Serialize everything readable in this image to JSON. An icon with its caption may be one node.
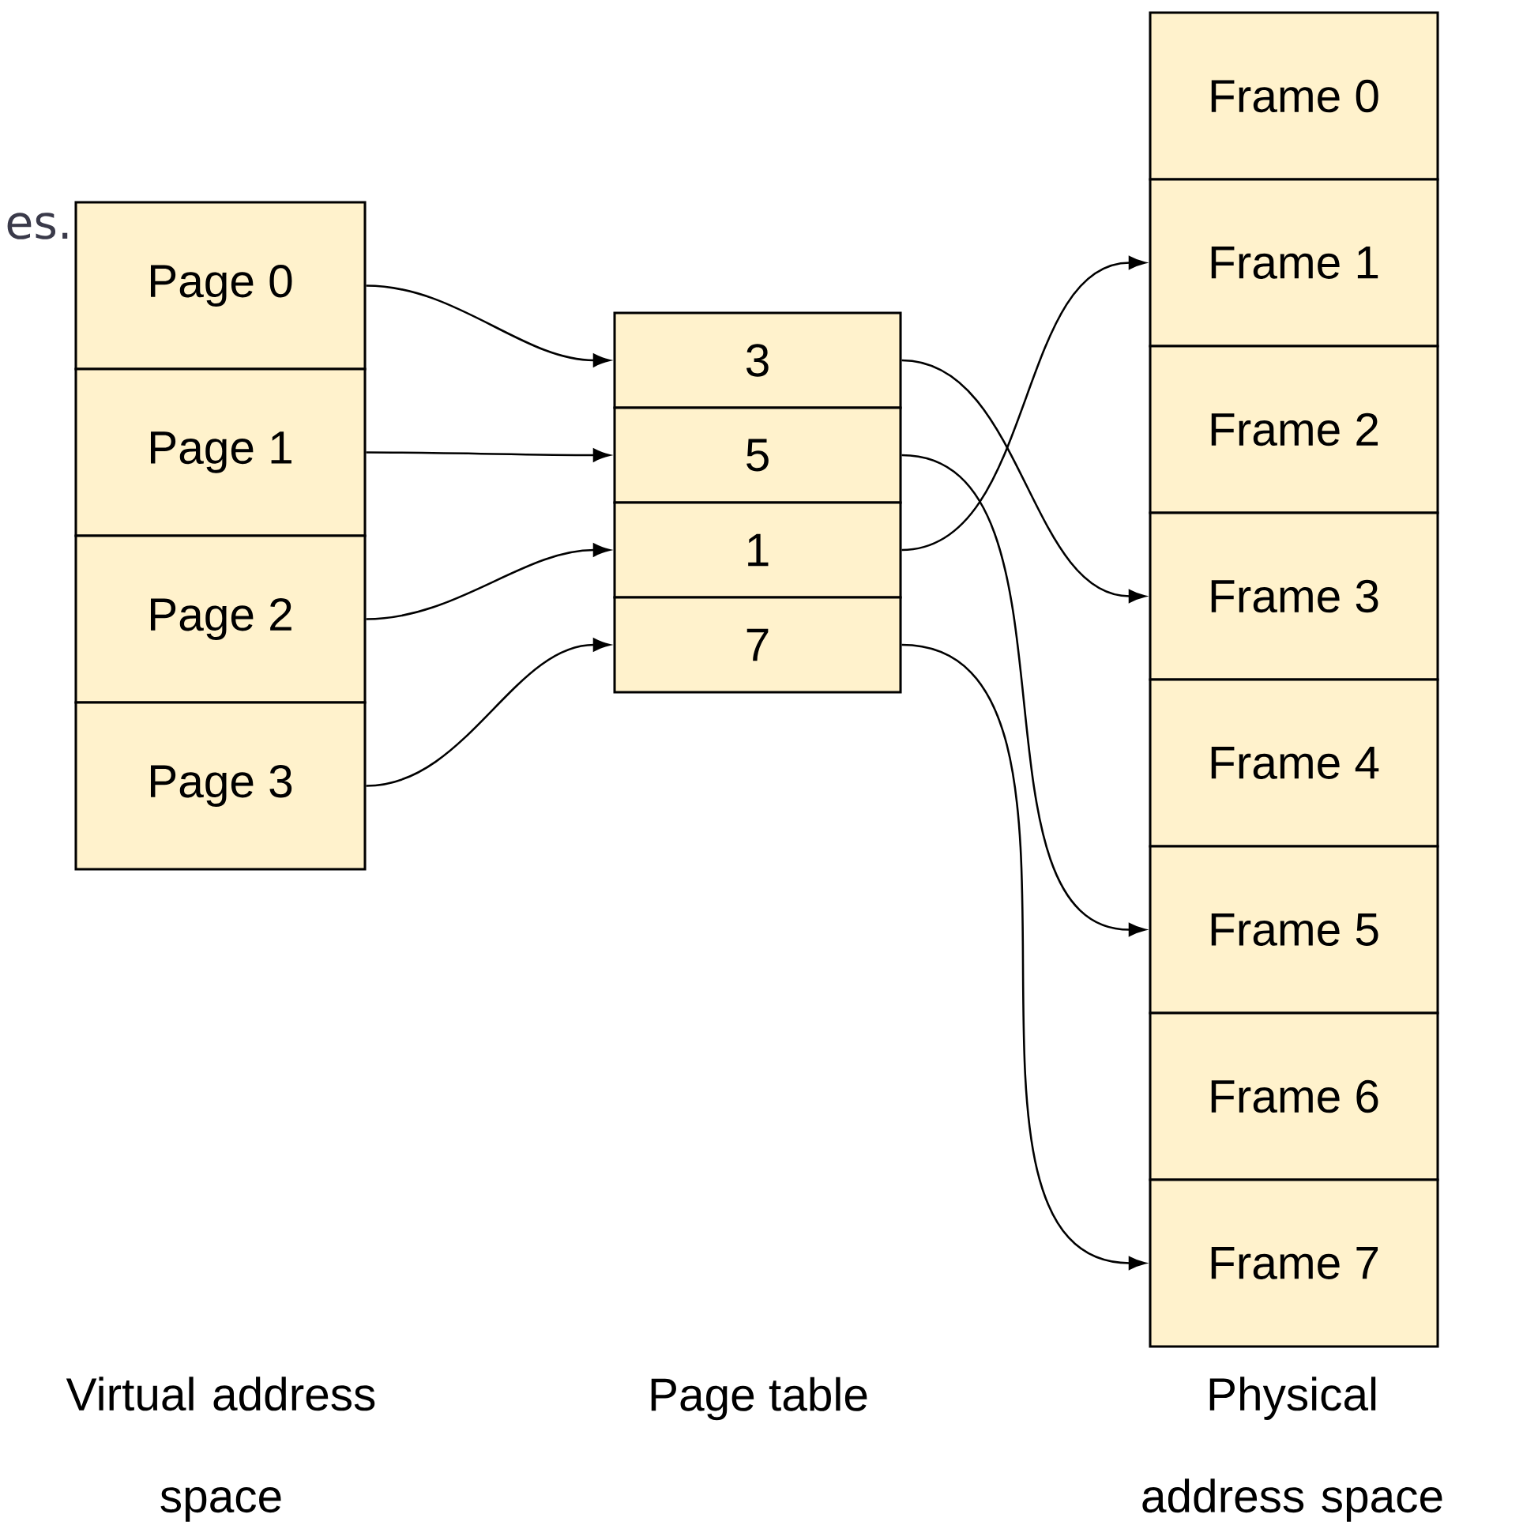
{
  "diagram": {
    "nodes": [
      {
        "text": [
          "Page 0"
        ]
      },
      {
        "text": [
          "Page 1"
        ]
      },
      {
        "text": [
          "Page 2"
        ]
      },
      {
        "text": [
          "Page 3"
        ]
      },
      {
        "text": [
          "3"
        ]
      },
      {
        "text": [
          "5"
        ]
      },
      {
        "text": [
          "1"
        ]
      },
      {
        "text": [
          "7"
        ]
      },
      {
        "text": [
          "Frame 0"
        ]
      },
      {
        "text": [
          "Frame 1"
        ]
      },
      {
        "text": [
          "Frame 2"
        ]
      },
      {
        "text": [
          "Frame 3"
        ]
      },
      {
        "text": [
          "Frame 4"
        ]
      },
      {
        "text": [
          "Frame 5"
        ]
      },
      {
        "text": [
          "Frame 6"
        ]
      },
      {
        "text": [
          "Frame 7"
        ]
      }
    ],
    "edges": [
      {
        "from": 0,
        "to": 4,
        "arrow": "to"
      },
      {
        "from": 1,
        "to": 5,
        "arrow": "to"
      },
      {
        "from": 2,
        "to": 6,
        "arrow": "to"
      },
      {
        "from": 3,
        "to": 7,
        "arrow": "to"
      },
      {
        "from": 4,
        "to": 11,
        "arrow": "to"
      },
      {
        "from": 5,
        "to": 13,
        "arrow": "to"
      },
      {
        "from": 6,
        "to": 9,
        "arrow": "to"
      },
      {
        "from": 7,
        "to": 15,
        "arrow": "to"
      }
    ],
    "labels": [
      "es.",
      "Virtual address space",
      "Page table",
      "Physical address space"
    ]
  }
}
